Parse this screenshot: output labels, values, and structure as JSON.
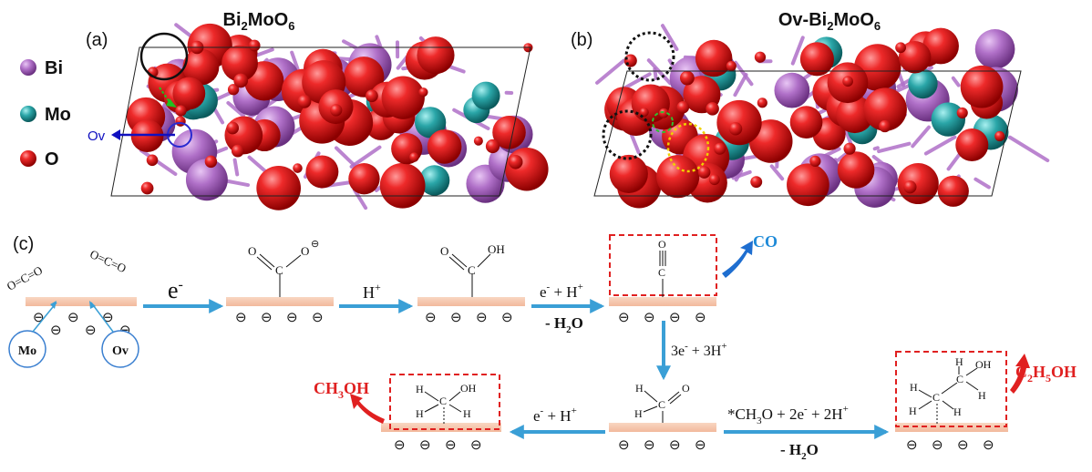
{
  "panel_a": {
    "label": "(a)",
    "title_main": "Bi",
    "title_sub1": "2",
    "title_mid": "MoO",
    "title_sub2": "6",
    "ov_label": "Ov"
  },
  "panel_b": {
    "label": "(b)",
    "title_main": "Ov-Bi",
    "title_sub1": "2",
    "title_mid": "MoO",
    "title_sub2": "6"
  },
  "legend": {
    "items": [
      {
        "label": "Bi",
        "color": "#b06cc8"
      },
      {
        "label": "Mo",
        "color": "#2aa6a8"
      },
      {
        "label": "O",
        "color": "#e01818"
      }
    ]
  },
  "panel_c": {
    "label": "(c)",
    "co2_mol": "O=C=O",
    "step1_label": "e",
    "step1_sup": "-",
    "step2_label": "H",
    "step2_sup": "+",
    "step3_label_a": "e",
    "step3_label_b": " + H",
    "step3_label_c": "- H",
    "step3_sub": "2",
    "step3_tail": "O",
    "step4_label": "3e",
    "step4_tail": " + 3H",
    "step5_label": "e",
    "step5_tail": " + H",
    "step6_label": "*CH",
    "step6_sub": "3",
    "step6_tail": "O + 2e",
    "step6_tail2": " + 2H",
    "step6_water_a": "- H",
    "step6_water_b": "O",
    "mo_label": "Mo",
    "ov_label": "Ov",
    "product_co": "CO",
    "product_ch3oh_a": "CH",
    "product_ch3oh_sub": "3",
    "product_ch3oh_b": "OH",
    "product_c2h5oh_a": "C",
    "product_c2h5oh_sub1": "2",
    "product_c2h5oh_b": "H",
    "product_c2h5oh_sub2": "5",
    "product_c2h5oh_c": "OH",
    "atom_o": "O",
    "atom_c": "C",
    "atom_h": "H",
    "atom_oh": "OH",
    "minus_sign": "⊖",
    "colors": {
      "arrow": "#3a9fd6",
      "co": "#1e8ad8",
      "red_product": "#e02020",
      "surface": "#f5c9b0",
      "dashed_box": "#e02020",
      "mo_ov_circle": "#3a7fd0"
    }
  }
}
